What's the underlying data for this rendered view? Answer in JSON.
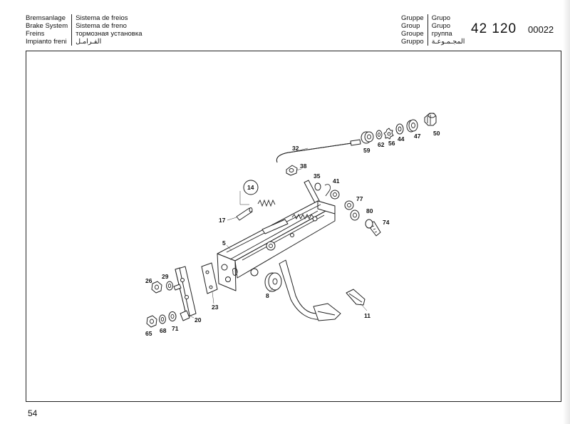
{
  "header": {
    "titles_left": [
      "Bremsanlage",
      "Brake System",
      "Freins",
      "Impianto freni"
    ],
    "titles_right": [
      "Sistema de freios",
      "Sistema de freno",
      "тормозная установка",
      "الفـرامـل"
    ],
    "group_left": [
      "Gruppe",
      "Group",
      "Groupe",
      "Gruppo"
    ],
    "group_right": [
      "Grupo",
      "Grupo",
      "группа",
      "المجـمـوعـة"
    ],
    "group_number": "42 120",
    "page_code": "00022"
  },
  "footer": {
    "page_number": "54"
  },
  "callouts": [
    "32",
    "59",
    "62",
    "56",
    "44",
    "47",
    "50",
    "38",
    "35",
    "41",
    "14",
    "77",
    "80",
    "74",
    "17",
    "5",
    "26",
    "29",
    "8",
    "23",
    "20",
    "11",
    "65",
    "68",
    "71"
  ]
}
